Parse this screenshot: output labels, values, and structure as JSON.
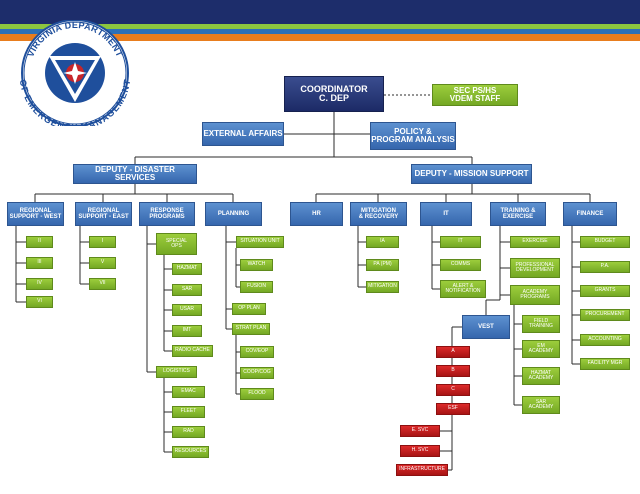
{
  "logo": {
    "arc_top": "VIRGINIA DEPARTMENT",
    "arc_bottom": "OF EMERGENCY MANAGEMENT",
    "colors": {
      "blue": "#1f4f9c",
      "red": "#c8262a",
      "white": "#ffffff"
    }
  },
  "colors": {
    "header_navy": "#1d2d6b",
    "stripe_green": "#8cc63f",
    "stripe_blue": "#2c70b8",
    "stripe_orange": "#e87d1e",
    "box_navy": "#1c2a66",
    "box_blue": "#3566ad",
    "box_green": "#74a824",
    "box_red": "#a81414"
  },
  "nodes": {
    "coordinator": "COORDINATOR\nC. DEP",
    "sec": "SEC PS/HS\nVDEM STAFF",
    "external_affairs": "EXTERNAL AFFAIRS",
    "policy": "POLICY &\nPROGRAM ANALYSIS",
    "deputy_ds": "DEPUTY - DISASTER SERVICES",
    "deputy_ms": "DEPUTY - MISSION SUPPORT",
    "rs_west": "REGIONAL\nSUPPORT - WEST",
    "rs_east": "REGIONAL\nSUPPORT - EAST",
    "response": "RESPONSE\nPROGRAMS",
    "planning": "PLANNING",
    "hr": "HR",
    "mitigation_recovery": "MITIGATION\n& RECOVERY",
    "it": "IT",
    "training": "TRAINING &\nEXERCISE",
    "finance": "FINANCE",
    "w_ii": "II",
    "w_iii": "III",
    "w_iv": "IV",
    "w_vi": "VI",
    "e_i": "I",
    "e_v": "V",
    "e_vii": "VII",
    "special_ops": "SPECIAL\nOPS",
    "hazmat": "HAZMAT",
    "sar": "SAR",
    "usar": "USAR",
    "imt": "IMT",
    "radio_cache": "RADIO CACHE",
    "logistics": "LOGISTICS",
    "emac": "EMAC",
    "fleet": "FLEET",
    "rad": "RAD",
    "resources": "RESOURCES",
    "situation_unit": "SITUATION UNIT",
    "watch": "WATCH",
    "fusion": "FUSION",
    "op_plan": "OP PLAN",
    "strat_plan": "STRAT PLAN",
    "cov_eop": "COV/EOP",
    "coop_cog": "COOP/COG",
    "flood": "FLOOD",
    "ia": "IA",
    "pa_pm": "PA (PM)",
    "mitigation": "MITIGATION",
    "it_sub": "IT",
    "comms": "COMMS",
    "alert": "ALERT &\nNOTIFICATION",
    "vest": "VEST",
    "red_a": "A",
    "red_b": "B",
    "red_c": "C",
    "red_esf": "ESF",
    "e_svc": "E. SVC",
    "h_svc": "H. SVC",
    "infrastructure": "INFRASTRUCTURE",
    "exercise": "EXERCISE",
    "prof_dev": "PROFESSIONAL\nDEVELOPMENT",
    "academy_programs": "ACADEMY\nPROGRAMS",
    "field_training": "FIELD\nTRAINING",
    "em_academy": "EM\nACADEMY",
    "hazmat_academy": "HAZMAT\nACADEMY",
    "sar_academy": "SAR\nACADEMY",
    "budget": "BUDGET",
    "pa_fin": "P.A.",
    "grants": "GRANTS",
    "procurement": "PROCUREMENT",
    "accounting": "ACCOUNTING",
    "facility_mgr": "FACILITY MGR"
  }
}
